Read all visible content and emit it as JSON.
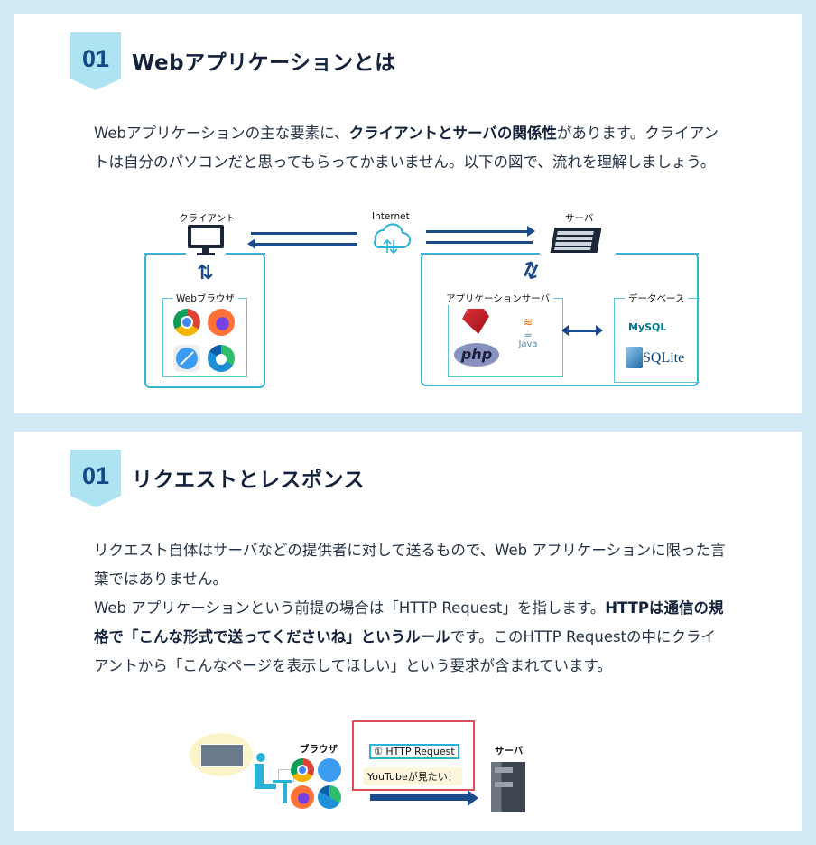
{
  "section1": {
    "badge": "01",
    "title": "Webアプリケーションとは",
    "para": {
      "pre": "Webアプリケーションの主な要素に、",
      "bold": "クライアントとサーバの関係性",
      "post": "があります。クライアントは自分のパソコンだと思ってもらってかまいません。以下の図で、流れを理解しましょう。"
    },
    "diagram": {
      "client_label": "クライアント",
      "internet_label": "Internet",
      "server_label": "サーバ",
      "browser_group_label": "Webブラウザ",
      "browsers": [
        "chrome",
        "firefox",
        "safari",
        "edge"
      ],
      "appserver_group_label": "アプリケーションサーバ",
      "appserver_items": [
        "ruby",
        "php",
        "java"
      ],
      "php_text": "php",
      "java_text": "Java",
      "database_group_label": "データベース",
      "mysql_text": "MySQL",
      "sqlite_text": "SQLite"
    }
  },
  "section2": {
    "badge": "01",
    "title": "リクエストとレスポンス",
    "para": {
      "line1": "リクエスト自体はサーバなどの提供者に対して送るもので、Web アプリケーションに限った言葉ではありません。",
      "pre": "Web アプリケーションという前提の場合は「HTTP Request」を指します。",
      "bold": "HTTPは通信の規格で「こんな形式で送ってくださいね」というルール",
      "post": "です。このHTTP Requestの中にクライアントから「こんなページを表示してほしい」という要求が含まれています。"
    },
    "diagram": {
      "browser_label": "ブラウザ",
      "request_label": "① HTTP Request",
      "bubble_text": "YouTubeが見たい！",
      "server_label": "サーバ"
    }
  },
  "colors": {
    "page_bg": "#d2eaf3",
    "badge_bg": "#aee4f1",
    "badge_text": "#134a8a",
    "accent_line": "#3bb5d4",
    "arrow": "#1a4a8a",
    "request_border": "#e04b55"
  }
}
